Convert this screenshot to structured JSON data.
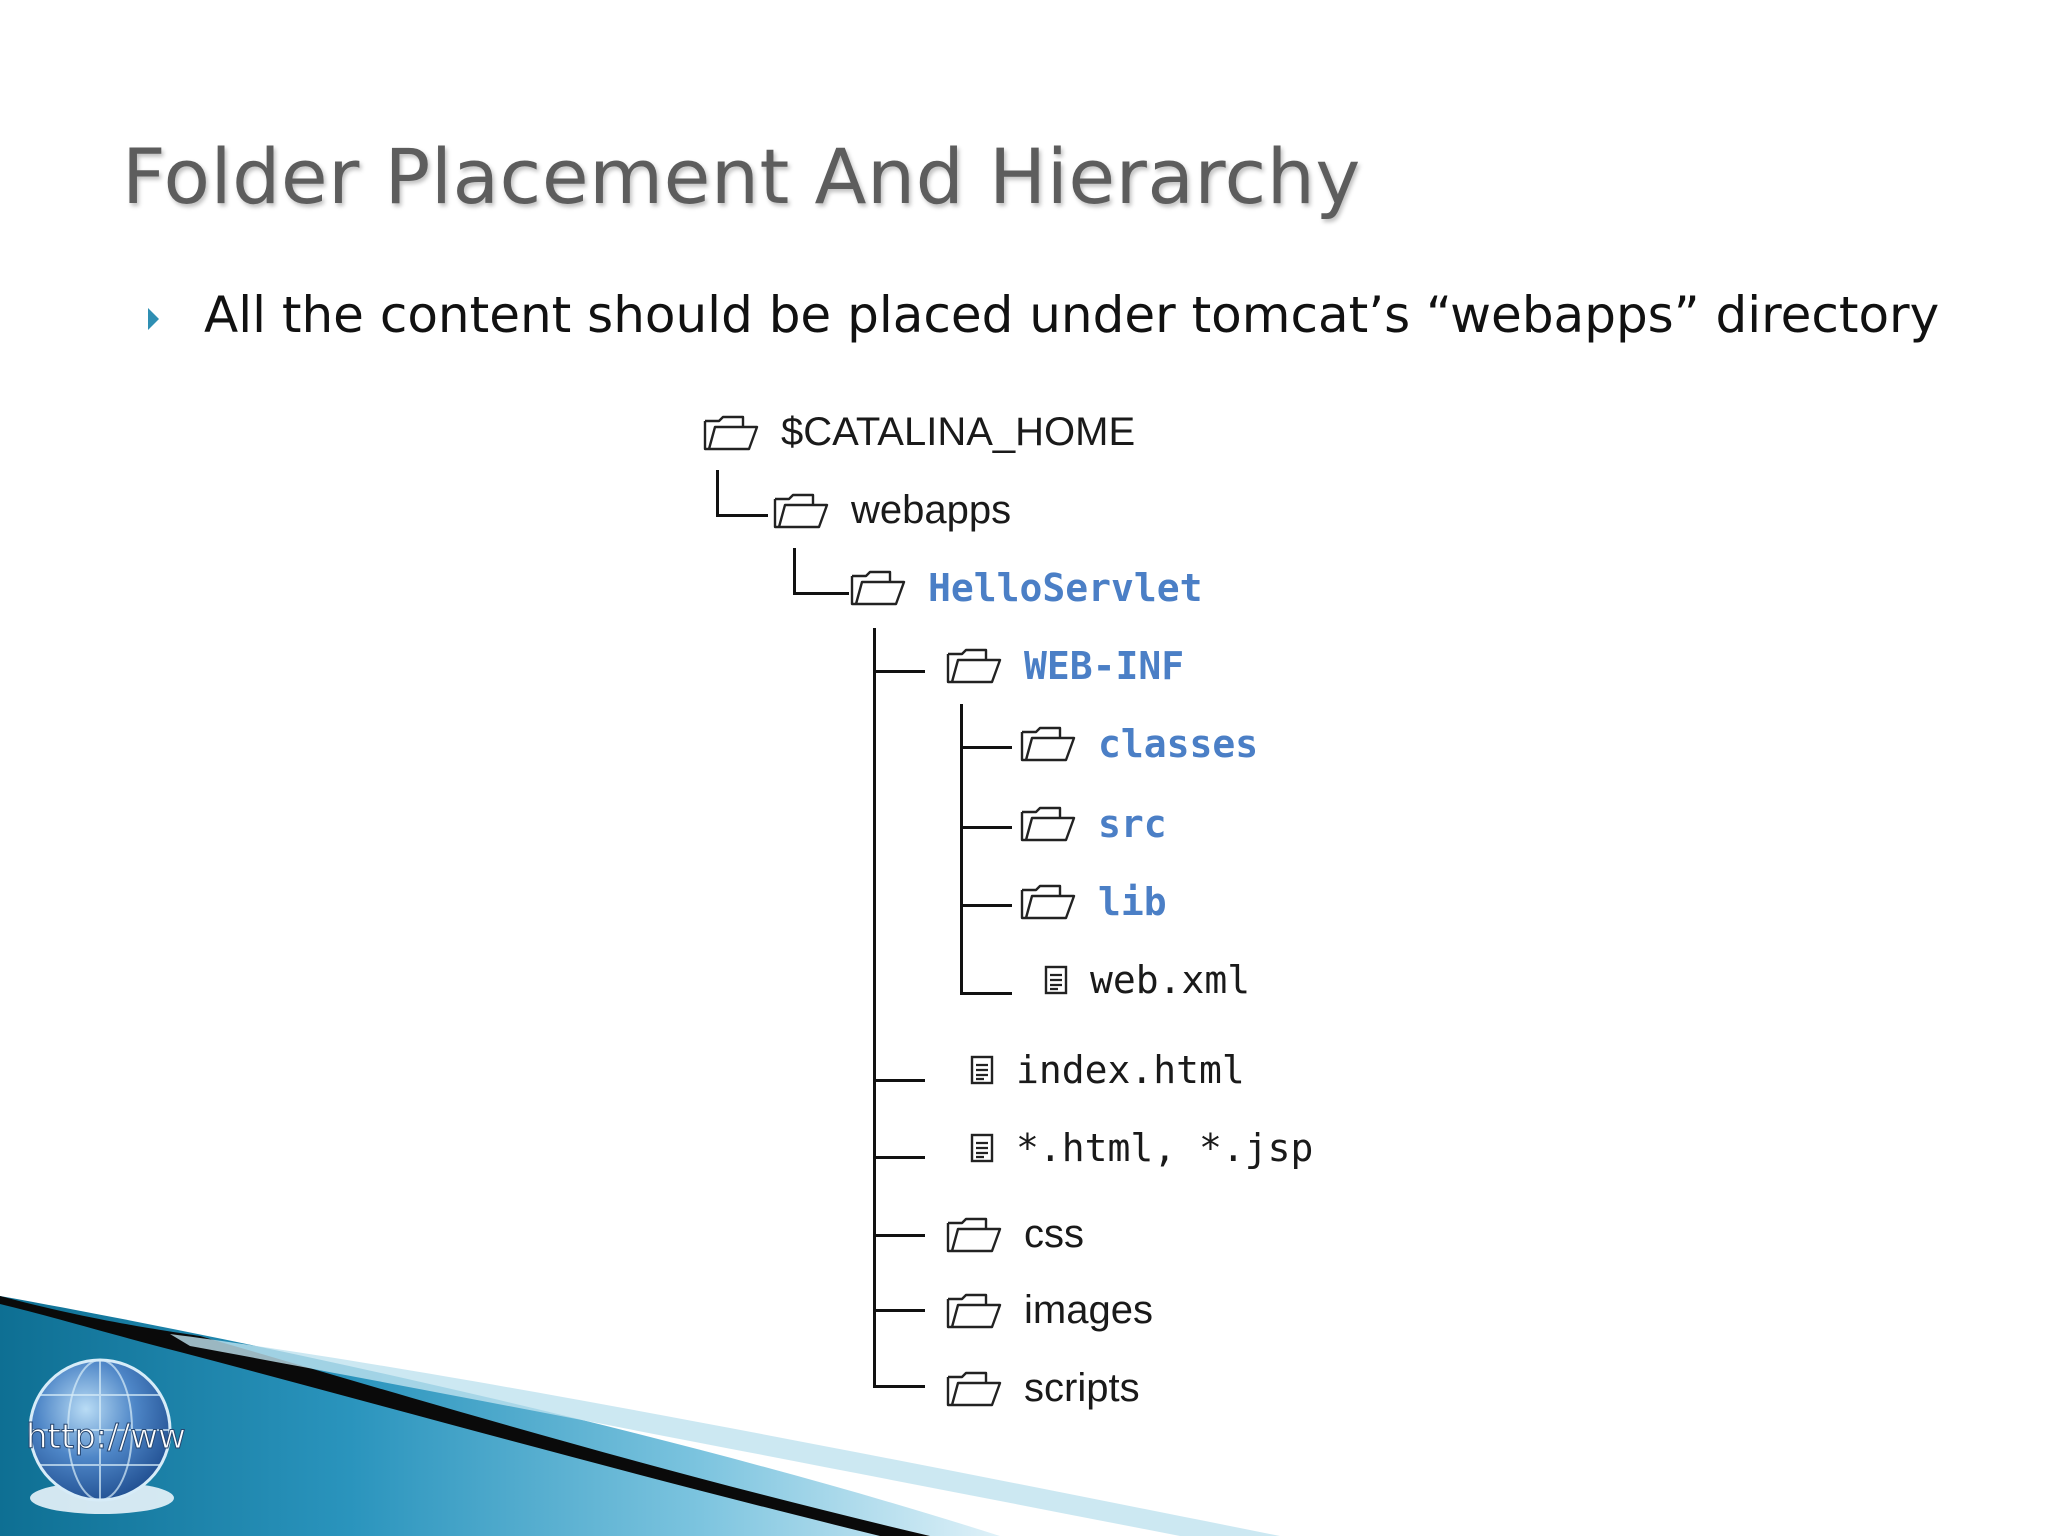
{
  "slide": {
    "title": "Folder Placement And Hierarchy",
    "bullet": "All the content should be placed under tomcat’s “webapps” directory"
  },
  "tree": {
    "root": "$CATALINA_HOME",
    "webapps": "webapps",
    "app": "HelloServlet",
    "webinf": "WEB-INF",
    "classes": "classes",
    "src": "src",
    "lib": "lib",
    "webxml": "web.xml",
    "index": "index.html",
    "pages": "*.html, *.jsp",
    "css": "css",
    "images": "images",
    "scripts": "scripts"
  },
  "logo": {
    "text": "http://ww"
  },
  "colors": {
    "accent": "#2f8fb3",
    "folder_blue": "#4b7fc6",
    "title_gray": "#5d5d5d"
  }
}
